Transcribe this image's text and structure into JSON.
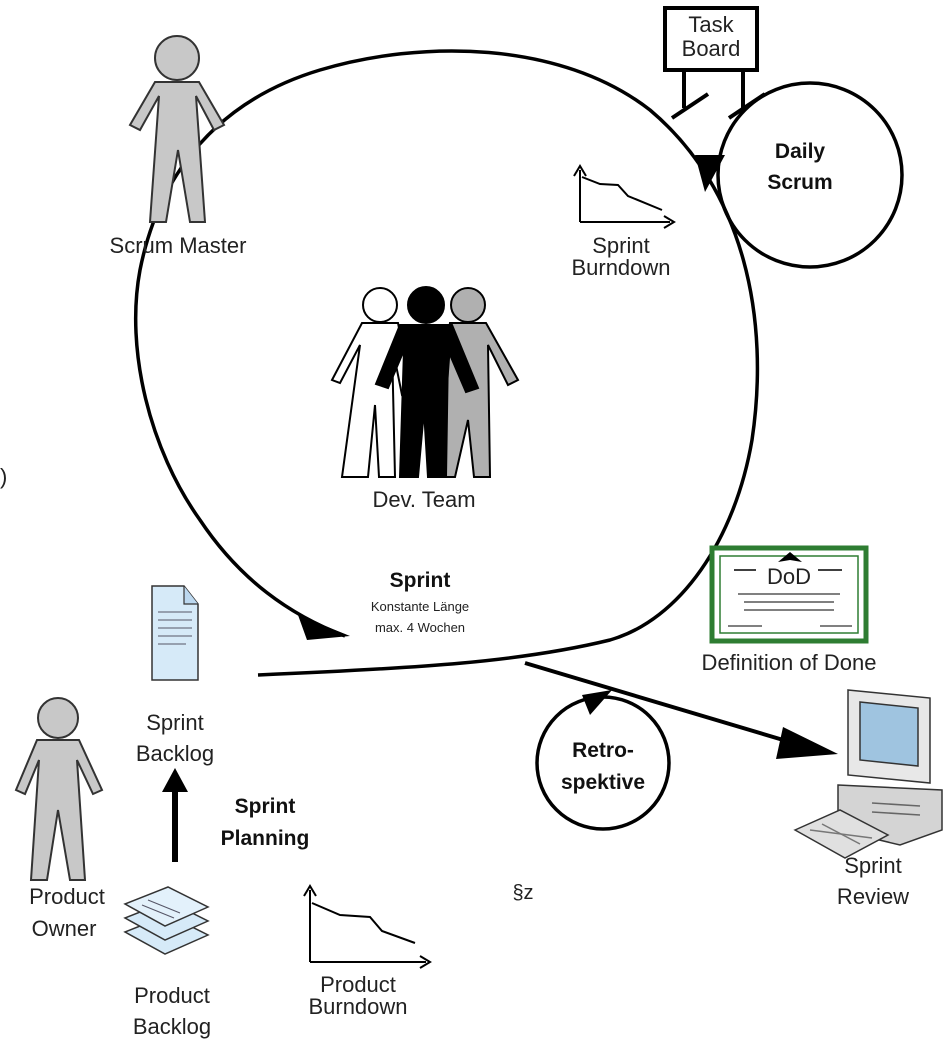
{
  "labels": {
    "task_board_1": "Task",
    "task_board_2": "Board",
    "daily_scrum_1": "Daily",
    "daily_scrum_2": "Scrum",
    "scrum_master": "Scrum Master",
    "sprint_burndown_1": "Sprint",
    "sprint_burndown_2": "Burndown",
    "dev_team": "Dev. Team",
    "sprint_title": "Sprint",
    "sprint_sub_1": "Konstante Länge",
    "sprint_sub_2": "max. 4 Wochen",
    "dod_badge": "DoD",
    "definition_of_done": "Definition of Done",
    "sprint_backlog_1": "Sprint",
    "sprint_backlog_2": "Backlog",
    "retro_1": "Retro-",
    "retro_2": "spektive",
    "sprint_planning_1": "Sprint",
    "sprint_planning_2": "Planning",
    "product_owner_1": "Product",
    "product_owner_2": "Owner",
    "section_mark": "§z",
    "sprint_review_1": "Sprint",
    "sprint_review_2": "Review",
    "product_burndown_1": "Product",
    "product_burndown_2": "Burndown",
    "product_backlog_1": "Product",
    "product_backlog_2": "Backlog",
    "edge_glyph": ")"
  },
  "icons": [
    "person-gray-icon",
    "dev-team-icon",
    "task-board-icon",
    "burndown-chart-icon",
    "certificate-icon",
    "document-icon",
    "document-stack-icon",
    "computer-icon"
  ],
  "colors": {
    "person_fill": "#c8c8c8",
    "team_black": "#000000",
    "certificate_border": "#2e7d32",
    "document_blue": "#d6eaf8",
    "stroke": "#000000"
  }
}
